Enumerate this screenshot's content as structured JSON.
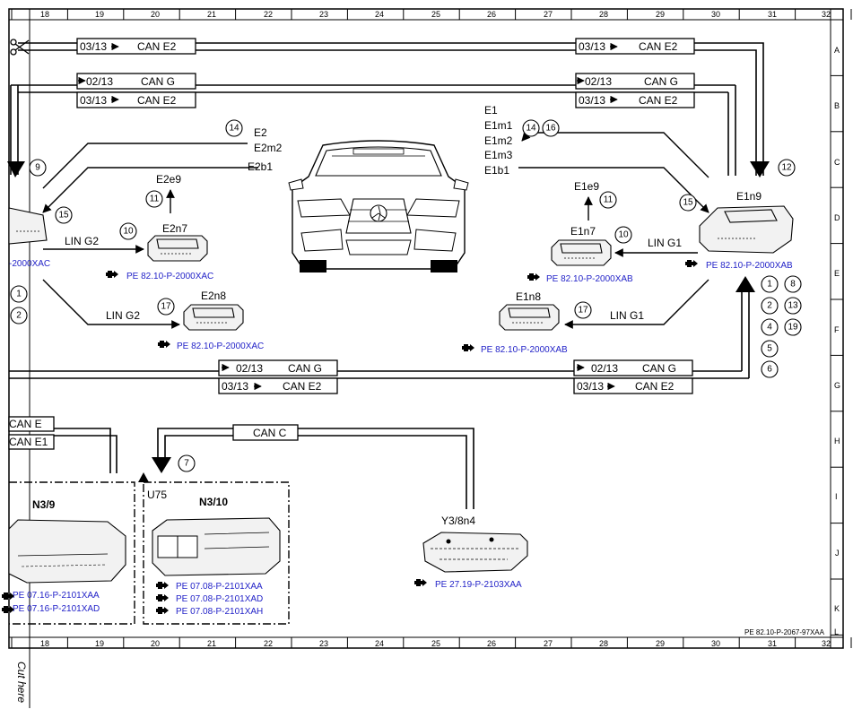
{
  "frame": {
    "columns": [
      "18",
      "19",
      "20",
      "21",
      "22",
      "23",
      "24",
      "25",
      "26",
      "27",
      "28",
      "29",
      "30",
      "31",
      "32"
    ],
    "rows": [
      "A",
      "B",
      "C",
      "D",
      "E",
      "F",
      "G",
      "H",
      "I",
      "J",
      "K",
      "L"
    ],
    "drawing_ref": "PE 82.10-P-2067-97XAA",
    "cut_here": "Cut here"
  },
  "buses": {
    "can_e2": "CAN E2",
    "can_g": "CAN G",
    "can_c": "CAN C",
    "can_e": "CAN E",
    "can_e1": "CAN E1",
    "lin_g1": "LIN G1",
    "lin_g2": "LIN G2",
    "to_03_13": "03/13",
    "from_02_13": "02/13"
  },
  "components": {
    "e1n9": "E1n9",
    "e1n7": "E1n7",
    "e1n8": "E1n8",
    "e2n7": "E2n7",
    "e2n8": "E2n8",
    "e1e9": "E1e9",
    "e2e9": "E2e9",
    "e1": "E1",
    "e1m1": "E1m1",
    "e1m2": "E1m2",
    "e1m3": "E1m3",
    "e1b1": "E1b1",
    "e2": "E2",
    "e2m2": "E2m2",
    "e2b1": "E2b1",
    "n3_9": "N3/9",
    "n3_10": "N3/10",
    "u75": "U75",
    "y3_8n4": "Y3/8n4"
  },
  "refs": {
    "xab": "PE 82.10-P-2000XAB",
    "xac": "PE 82.10-P-2000XAC",
    "xac_cut": "-2000XAC",
    "n3_9_a": "PE 07.16-P-2101XAA",
    "n3_9_b": "PE 07.16-P-2101XAD",
    "n3_10_a": "PE 07.08-P-2101XAA",
    "n3_10_b": "PE 07.08-P-2101XAD",
    "n3_10_c": "PE 07.08-P-2101XAH",
    "y3": "PE 27.19-P-2103XAA"
  },
  "callouts": {
    "c1": "1",
    "c2": "2",
    "c4": "4",
    "c5": "5",
    "c6": "6",
    "c7": "7",
    "c8": "8",
    "c9": "9",
    "c10": "10",
    "c11": "11",
    "c12": "12",
    "c13": "13",
    "c14": "14",
    "c15": "15",
    "c16": "16",
    "c17": "17",
    "c19": "19"
  }
}
